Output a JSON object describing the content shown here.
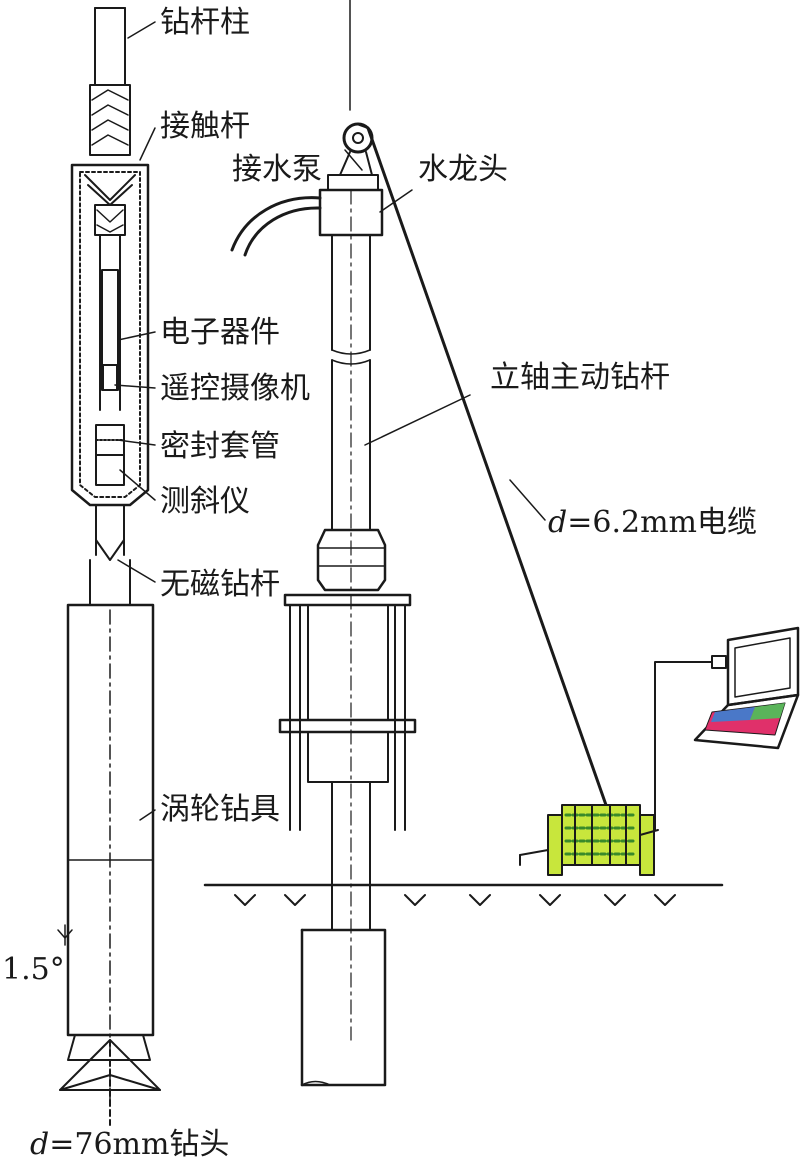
{
  "labels": {
    "drill_string": "钻杆柱",
    "contact_rod": "接触杆",
    "electronics": "电子器件",
    "remote_camera": "遥控摄像机",
    "sealed_casing": "密封套管",
    "inclinometer": "测斜仪",
    "nonmagnetic_rod": "无磁钻杆",
    "turbine_tool": "涡轮钻具",
    "angle": "1.5°",
    "bit_d": "d",
    "bit_rest": "=76mm钻头",
    "water_pump": "接水泵",
    "swivel": "水龙头",
    "kelly": "立轴主动钻杆",
    "cable_d": "d",
    "cable_rest": "=6.2mm电缆"
  },
  "colors": {
    "ink": "#1a1a1a",
    "reel_yellow": "#c8e63c",
    "reel_green": "#3a8a2a",
    "keyboard_red": "#e0306a",
    "keyboard_blue": "#4a78c8",
    "keyboard_green": "#5ab45a"
  },
  "icons": {
    "pulley": "pulley-wheel",
    "laptop": "laptop-computer",
    "reel": "cable-reel",
    "ground": "ground-hatch"
  }
}
